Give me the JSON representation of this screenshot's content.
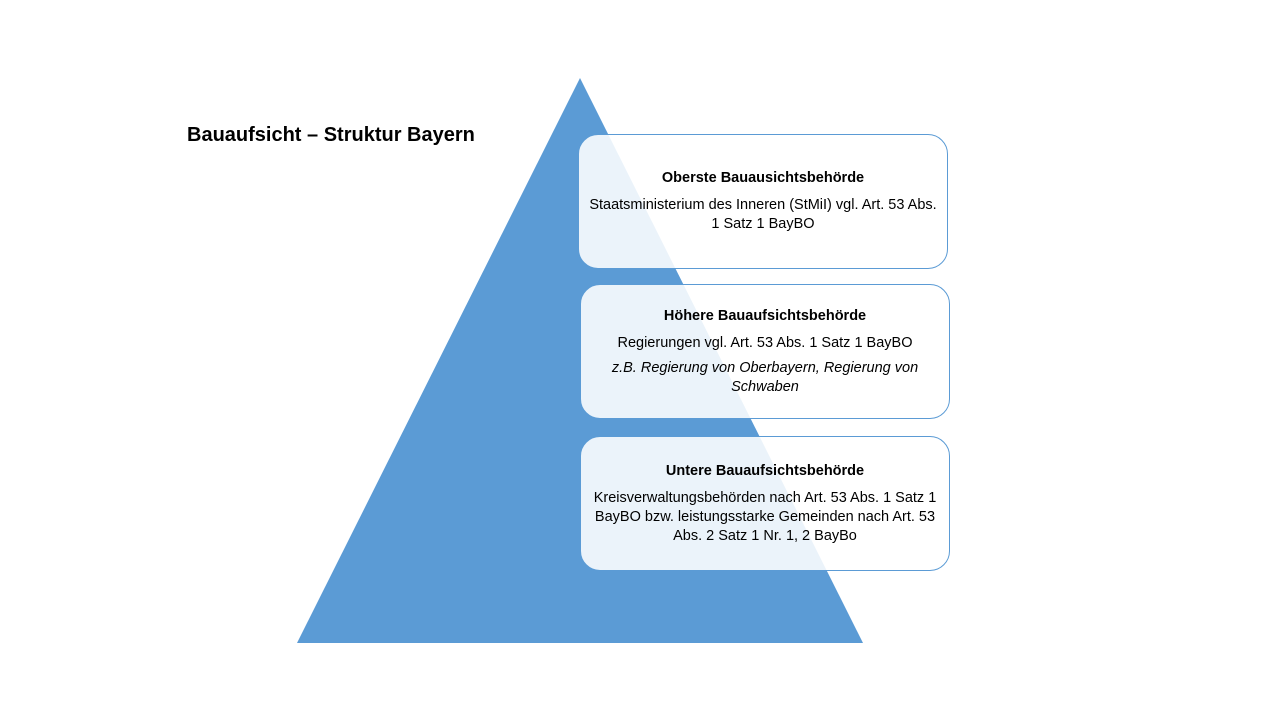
{
  "title": "Bauaufsicht – Struktur Bayern",
  "colors": {
    "pyramid": "#5b9bd5",
    "box_border": "#5b9bd5",
    "text": "#000000"
  },
  "levels": [
    {
      "heading": "Oberste Bauausichtsbehörde",
      "body": "Staatsministerium des Inneren (StMiI) vgl. Art. 53 Abs. 1 Satz 1 BayBO",
      "note": ""
    },
    {
      "heading": "Höhere Bauaufsichtsbehörde",
      "body": "Regierungen vgl. Art. 53 Abs. 1 Satz 1 BayBO",
      "note": "z.B. Regierung von Oberbayern, Regierung von Schwaben"
    },
    {
      "heading": "Untere Bauaufsichtsbehörde",
      "body": "Kreisverwaltungsbehörden nach Art. 53 Abs. 1 Satz 1 BayBO bzw. leistungsstarke Gemeinden nach Art. 53 Abs. 2 Satz 1 Nr. 1, 2 BayBo",
      "note": ""
    }
  ]
}
